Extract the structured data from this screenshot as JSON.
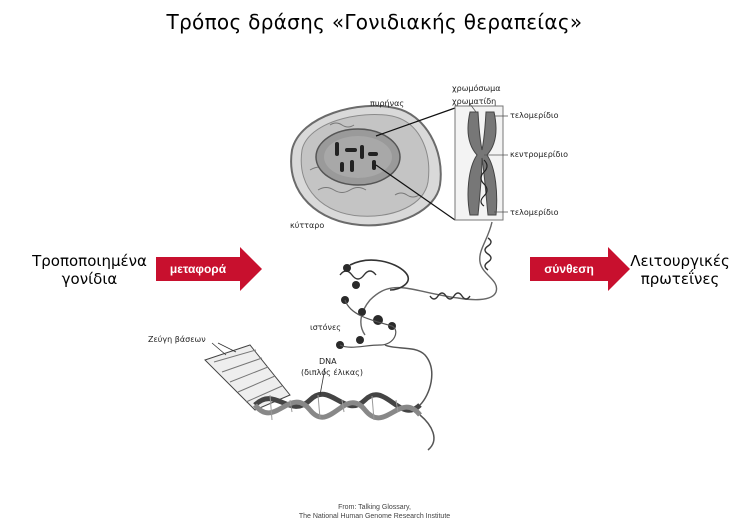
{
  "title": "Τρόπος δράσης «Γονιδιακής θεραπείας»",
  "left_label": "Τροποποιημένα γονίδια",
  "right_label": "Λειτουργικές πρωτεΐνες",
  "arrows": {
    "left": "μεταφορά",
    "right": "σύνθεση"
  },
  "labels": {
    "chromosome": "χρωμόσωμα",
    "chromatid": "χρωματίδη",
    "telomere_top": "τελομερίδιο",
    "centromere": "κεντρομερίδιο",
    "telomere_bottom": "τελομερίδιο",
    "nucleus": "πυρήνας",
    "cell": "κύτταρο",
    "histones": "ιστόνες",
    "base_pairs": "Ζεύγη βάσεων",
    "dna": "DNA",
    "double_helix": "(διπλός έλικας)"
  },
  "credit": {
    "line1": "From: Talking Glossary,",
    "line2": "The National Human Genome Research Institute"
  },
  "colors": {
    "arrow": "#c8102e"
  }
}
